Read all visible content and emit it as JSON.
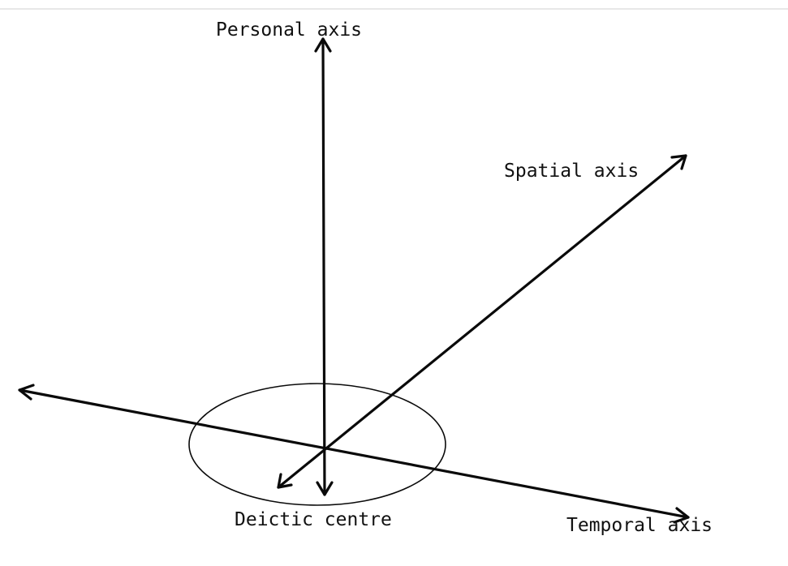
{
  "labels": {
    "personal_axis": "Personal axis",
    "spatial_axis": "Spatial axis",
    "temporal_axis": "Temporal axis",
    "deictic_centre": "Deictic centre"
  },
  "colors": {
    "ink": "#0a0a0a",
    "background": "#ffffff",
    "top_rule": "#cfcfcf"
  }
}
